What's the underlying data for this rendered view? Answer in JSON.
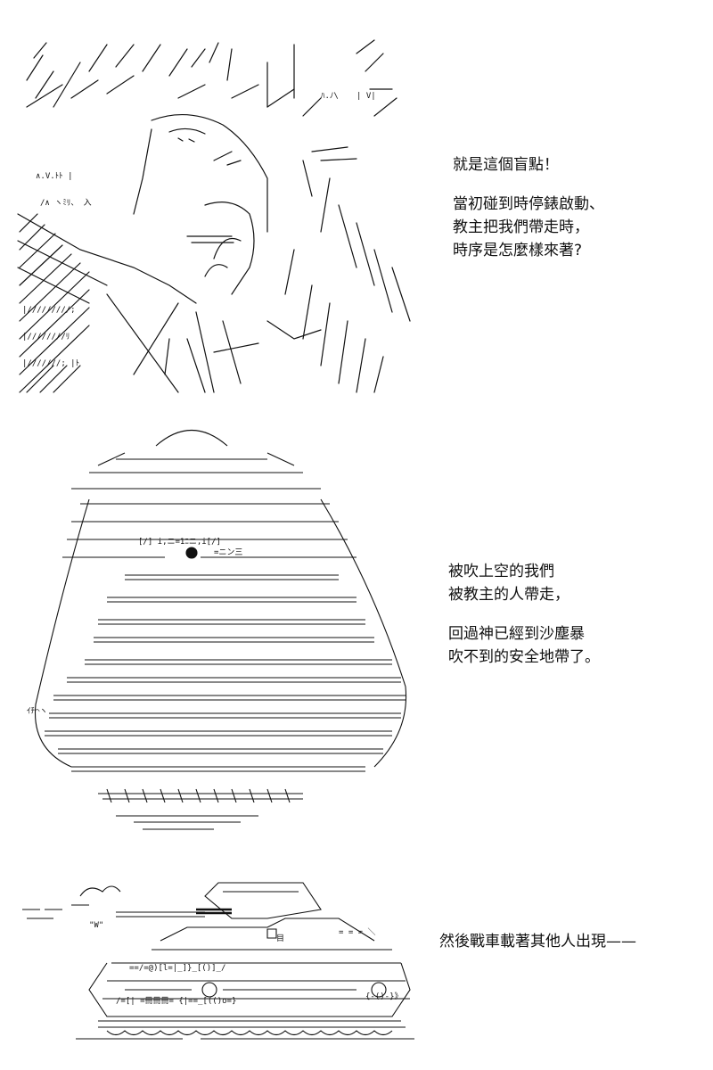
{
  "colors": {
    "ink": "#111111",
    "background": "#ffffff"
  },
  "panels": [
    {
      "art": "ascii-art-crying-character",
      "caption": {
        "line1": "就是這個盲點！",
        "line2": "當初碰到時停錶啟動、",
        "line3": "教主把我們帶走時，",
        "line4": "時序是怎麼樣來著?"
      }
    },
    {
      "art": "ascii-art-flying-saucer",
      "caption": {
        "line1": "被吹上空的我們",
        "line2": "被教主的人帶走，",
        "line3": "回過神已經到沙塵暴",
        "line4": "吹不到的安全地帶了。"
      }
    },
    {
      "art": "ascii-art-tank",
      "caption": {
        "line1": "然後戰車載著其他人出現——"
      }
    }
  ]
}
